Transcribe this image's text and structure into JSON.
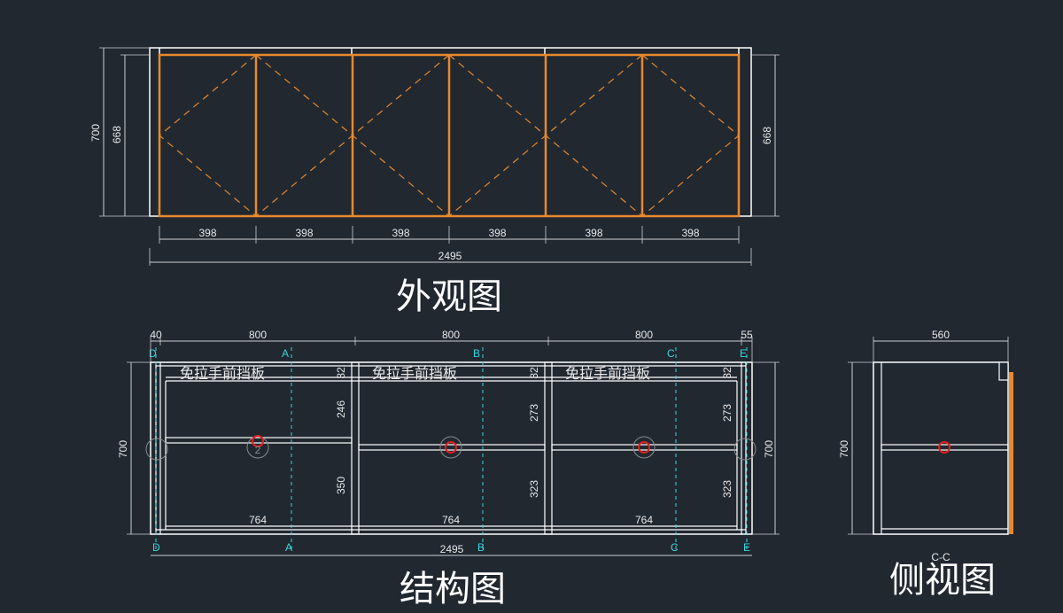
{
  "views": {
    "exterior": {
      "title": "外观图",
      "overall_width": "2495",
      "height_outer": "700",
      "height_inner": "668",
      "height_right": "668",
      "door_widths": [
        "398",
        "398",
        "398",
        "398",
        "398",
        "398"
      ]
    },
    "structure": {
      "title": "结构图",
      "top_dims": [
        "40",
        "800",
        "800",
        "800",
        "55"
      ],
      "overall_width": "2495",
      "height_left": "700",
      "height_right": "700",
      "panel_label": "免拉手前挡板",
      "panel_thickness": [
        "32",
        "32",
        "32"
      ],
      "upper_heights": [
        "246",
        "273",
        "273"
      ],
      "lower_heights": [
        "350",
        "323",
        "323"
      ],
      "bottom_widths": [
        "764",
        "764",
        "764"
      ],
      "section_markers": {
        "top": [
          "D",
          "A",
          "B",
          "C",
          "E"
        ],
        "bottom": [
          "D",
          "A",
          "B",
          "C",
          "E"
        ]
      },
      "circle_labels": [
        "2"
      ]
    },
    "side": {
      "title": "侧视图",
      "depth": "560",
      "height": "700",
      "section_label": "C-C"
    }
  },
  "colors": {
    "background": "#212830",
    "line": "#ffffff",
    "door": "#e8892e",
    "cyan": "#38d6e0",
    "red": "#e02020"
  }
}
